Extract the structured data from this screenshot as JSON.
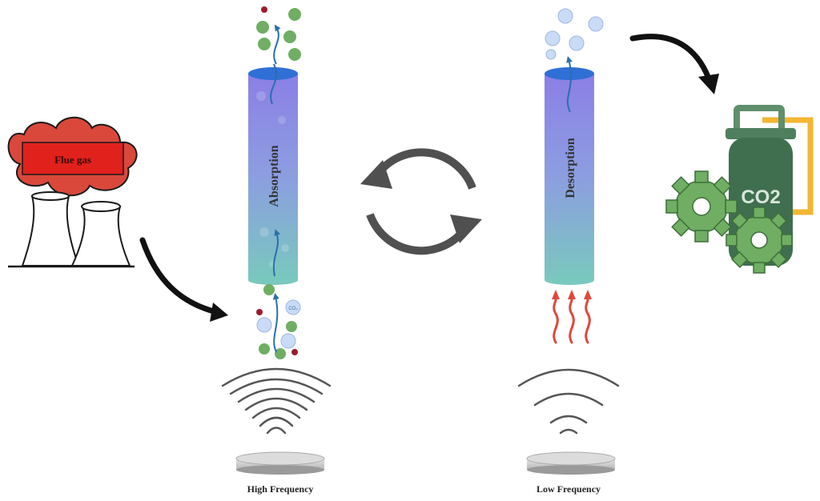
{
  "labels": {
    "flue_gas": "Flue gas",
    "absorption": "Absorption",
    "desorption": "Desorption",
    "high_frequency": "High Frequency",
    "low_frequency": "Low Frequency",
    "tank": "CO2",
    "co2_bubble": "CO₂"
  },
  "colors": {
    "smoke": "#d9483b",
    "smoke_box": "#e0211c",
    "column_top": "#7f89e6",
    "column_bottom": "#7cc6c0",
    "tank": "#3f6f4f",
    "handle": "#f2b632",
    "gear": "#6fae63",
    "heat": "#e0483b",
    "green_particle": "#6fae63",
    "red_particle": "#9b1b2e",
    "bubble": "#c9dbf7"
  }
}
